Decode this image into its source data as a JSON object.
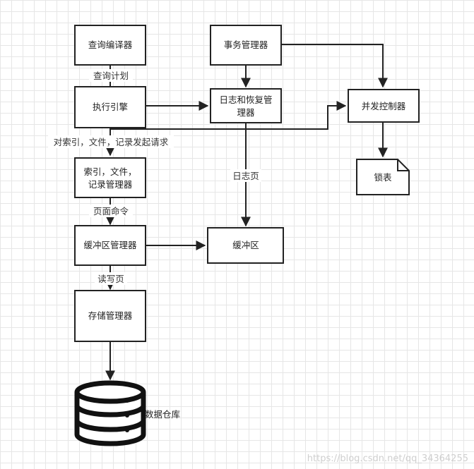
{
  "nodes": {
    "query_compiler": "查询编译器",
    "transaction_manager": "事务管理器",
    "execution_engine": "执行引擎",
    "log_recovery_line1": "日志和恢复管",
    "log_recovery_line2": "理器",
    "concurrency_controller": "并发控制器",
    "lock_table": "锁表",
    "index_file_record_line1": "索引，文件，",
    "index_file_record_line2": "记录管理器",
    "buffer_manager": "缓冲区管理器",
    "buffer": "缓冲区",
    "storage_manager": "存储管理器",
    "data_warehouse": "数据仓库"
  },
  "edge_labels": {
    "query_plan": "查询计划",
    "request_to_index_file_record": "对索引，文件，记录发起请求",
    "log_page": "日志页",
    "page_command": "页面命令",
    "read_write_page": "读写页"
  },
  "watermark": "https://blog.csdn.net/qq_34364255"
}
